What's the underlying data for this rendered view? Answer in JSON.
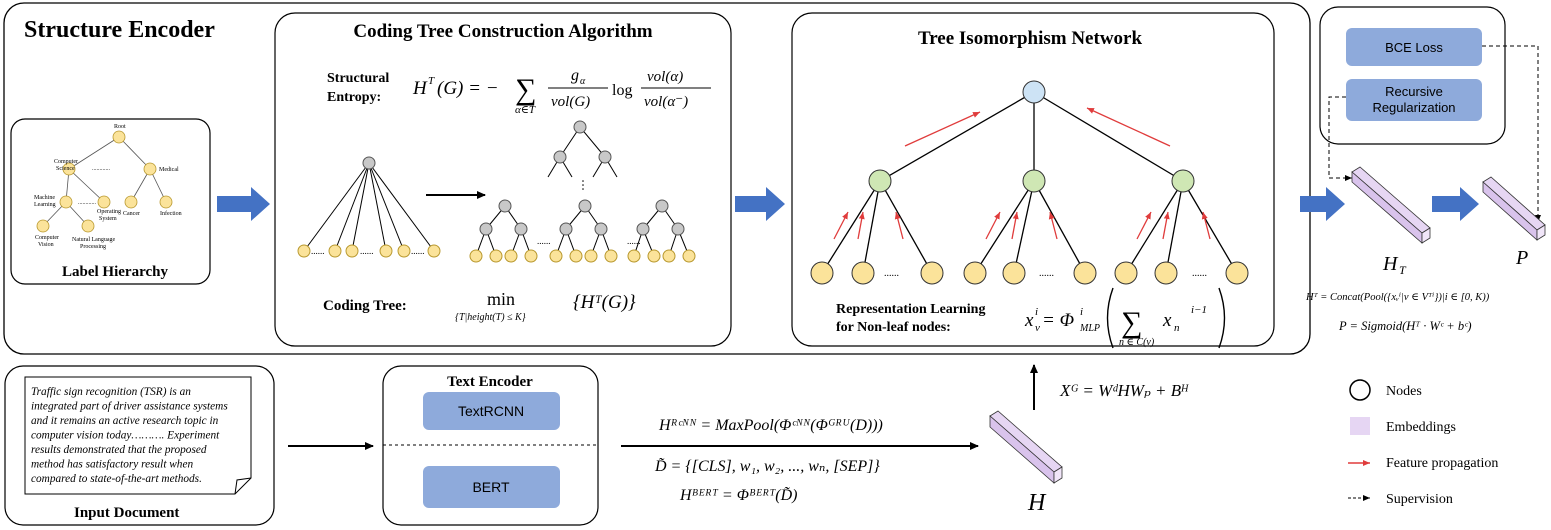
{
  "structure_encoder": {
    "title": "Structure Encoder",
    "label_hierarchy": {
      "caption": "Label Hierarchy",
      "nodes": {
        "root": "Root",
        "cs1": "Computer",
        "cs2": "Science",
        "medical": "Medical",
        "ml1": "Machine",
        "ml2": "Learning",
        "os1": "Operating",
        "os2": "System",
        "cancer": "Cancer",
        "infection": "Infection",
        "cv1": "Computer",
        "cv2": "Vision",
        "nlp1": "Natural Language",
        "nlp2": "Processing",
        "dots": "............"
      }
    },
    "coding_tree": {
      "title": "Coding Tree Construction Algorithm",
      "entropy_label_1": "Structural",
      "entropy_label_2": "Entropy:",
      "entropy_lhs": "H",
      "entropy_sup": "T",
      "entropy_arg": "(G) = −",
      "sum_sign": "∑",
      "sum_sub": "α∈T",
      "frac1_num": "g",
      "frac1_num_sub": "α",
      "frac1_den": "vol(G)",
      "log": "log",
      "frac2_num": "vol(α)",
      "frac2_den": "vol(α⁻)",
      "coding_tree_label": "Coding Tree:",
      "min": "min",
      "min_sub": "{T|height(T) ≤ K}",
      "min_arg": "{Hᵀ(G)}",
      "dots": "......"
    },
    "tin": {
      "title": "Tree Isomorphism Network",
      "rep_label_1": "Representation Learning",
      "rep_label_2": "for Non-leaf nodes:",
      "formula_lhs": "x",
      "formula_lhs_sub": "v",
      "formula_lhs_sup": "i",
      "formula_eq": "= Φ",
      "formula_phi_sub": "MLP",
      "formula_phi_sup": "i",
      "formula_sum": "∑",
      "formula_sum_sub": "n ∈ C(v)",
      "formula_x": "x",
      "formula_x_sub": "n",
      "formula_x_sup": "i−1",
      "dots": "......"
    }
  },
  "loss": {
    "bce": "BCE Loss",
    "recursive_1": "Recursive",
    "recursive_2": "Regularization"
  },
  "outputs": {
    "ht": "H",
    "ht_sub": "T",
    "p": "P",
    "ht_formula": "Hᵀ = Concat(Pool({xᵥⁱ|v ∈ Vᵀⁱ})|i ∈ [0, K))",
    "p_formula": "P = Sigmoid(Hᵀ · Wᶜ + bᶜ)"
  },
  "input_document": {
    "caption": "Input Document",
    "lines": [
      "Traffic sign recognition (TSR) is an",
      "integrated part of driver assistance systems",
      "and it remains an active research topic in",
      "computer vision today………. Experiment",
      "results demonstrated that the proposed",
      "method has satisfactory result when",
      "compared to state-of-the-art methods."
    ]
  },
  "text_encoder": {
    "title": "Text Encoder",
    "textrcnn": "TextRCNN",
    "bert": "BERT"
  },
  "formulas": {
    "rcnn": "Hᴿᶜᴺᴺ = MaxPool(Φᶜᴺᴺ(Φᴳᴿᵁ(D)))",
    "d_tilde": "D̃ = {[CLS], w₁, w₂, ..., wₙ, [SEP]}",
    "hbert": "Hᴮᴱᴿᵀ = Φᴮᴱᴿᵀ(D̃)",
    "xg": "Xᴳ = WᵈHWₚ + Bᴴ",
    "h": "H"
  },
  "legend": {
    "nodes": "Nodes",
    "embeddings": "Embeddings",
    "feature": "Feature propagation",
    "supervision": "Supervision"
  },
  "colors": {
    "leaf": "#fbe39a",
    "leaf_stroke": "#b8982e",
    "internal": "#cfe7b4",
    "root": "#cde3f5",
    "gray": "#c8c8c8",
    "button": "#8eaadb",
    "arrow_blue": "#4472c4",
    "red": "#e03c3c",
    "embed": "#e6d6f3"
  }
}
